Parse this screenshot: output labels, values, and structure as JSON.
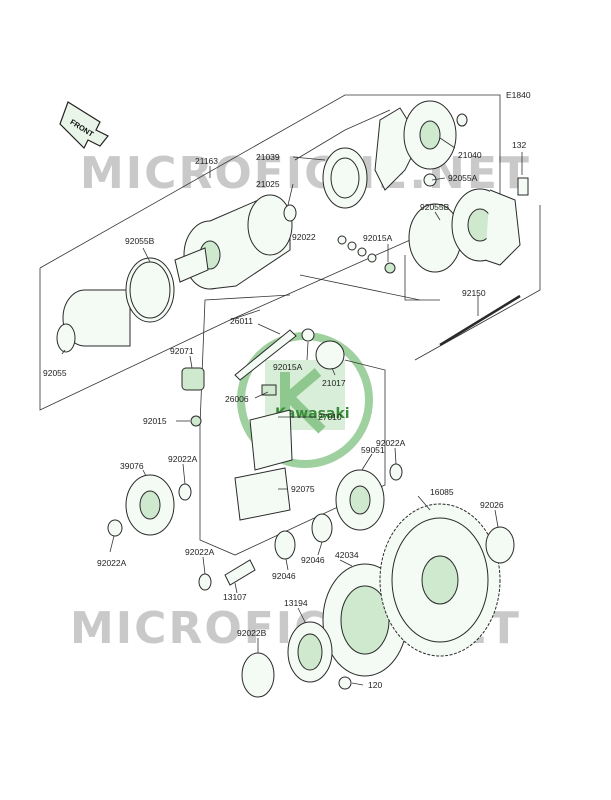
{
  "diagram_code": "E1840",
  "front_label": "FRONT",
  "watermark": "MICROFICHE.NET",
  "center_logo": "Kawasaki",
  "parts": {
    "p21163": "21163",
    "p21039": "21039",
    "p21025": "21025",
    "p21040": "21040",
    "p92055A": "92055A",
    "p132": "132",
    "p92055B_top": "92055B",
    "p92055B_left": "92055B",
    "p92022": "92022",
    "p92015A_top": "92015A",
    "p92150": "92150",
    "p92055": "92055",
    "p26011": "26011",
    "p92071": "92071",
    "p92015A_mid": "92015A",
    "p21017": "21017",
    "p26006": "26006",
    "p92015": "92015",
    "p27010": "27010",
    "p92022A_right": "92022A",
    "p59051": "59051",
    "p39076": "39076",
    "p92022A_left": "92022A",
    "p92075": "92075",
    "p16085": "16085",
    "p92026": "92026",
    "p92022A_bl": "92022A",
    "p42034": "42034",
    "p92046_a": "92046",
    "p92046_b": "92046",
    "p92022A_mid": "92022A",
    "p13107": "13107",
    "p13194": "13194",
    "p92022B": "92022B",
    "p120": "120"
  }
}
